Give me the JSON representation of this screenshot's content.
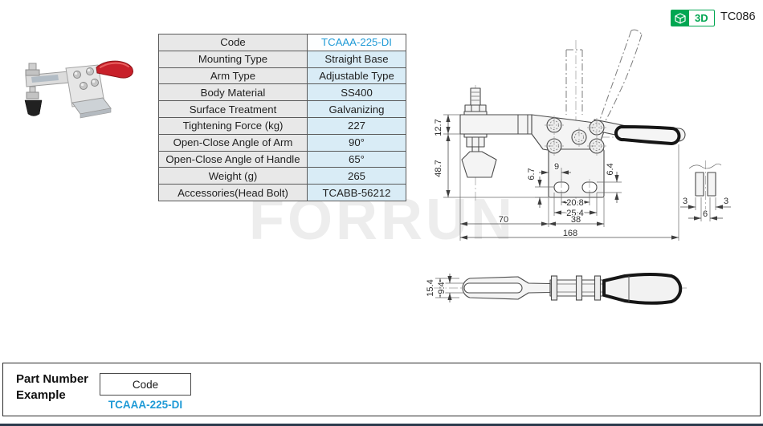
{
  "header": {
    "page_code": "TC086",
    "badge_3d_label": "3D"
  },
  "watermark": "FORRUN",
  "spec_table": {
    "rows": [
      {
        "label": "Code",
        "value": "TCAAA-225-DI"
      },
      {
        "label": "Mounting Type",
        "value": "Straight Base"
      },
      {
        "label": "Arm Type",
        "value": "Adjustable Type"
      },
      {
        "label": "Body Material",
        "value": "SS400"
      },
      {
        "label": "Surface Treatment",
        "value": "Galvanizing"
      },
      {
        "label": "Tightening Force (kg)",
        "value": "227"
      },
      {
        "label": "Open-Close Angle of Arm",
        "value": "90°"
      },
      {
        "label": "Open-Close  Angle of Handle",
        "value": "65°"
      },
      {
        "label": "Weight (g)",
        "value": "265"
      },
      {
        "label": "Accessories(Head Bolt)",
        "value": "TCABB-56212"
      }
    ]
  },
  "drawing": {
    "front_view": {
      "arm_thickness": "12.7",
      "overall_height": "48.7",
      "slot_edge_offset": "6.7",
      "slot_center_offset": "9",
      "slot_height": "6.4",
      "slot_center_span": "20.8",
      "slot_outer_span": "25.4",
      "base_width": "38",
      "arm_to_base": "70",
      "overall_length": "168"
    },
    "side_view": {
      "prong_left": "3",
      "gap": "6",
      "prong_right": "3"
    },
    "top_view": {
      "fork_outer_width": "15.4",
      "fork_inner_width": "9.4"
    }
  },
  "part_number_example": {
    "label_line1": "Part Number",
    "label_line2": "Example",
    "code_box_label": "Code",
    "code_value": "TCAAA-225-DI"
  },
  "colors": {
    "accent_blue": "#1f9ad6",
    "brand_green": "#00a651",
    "table_label_bg": "#e8e8e8",
    "table_value_bg": "#d9ecf6",
    "bottom_bar": "#2b3a4d"
  }
}
